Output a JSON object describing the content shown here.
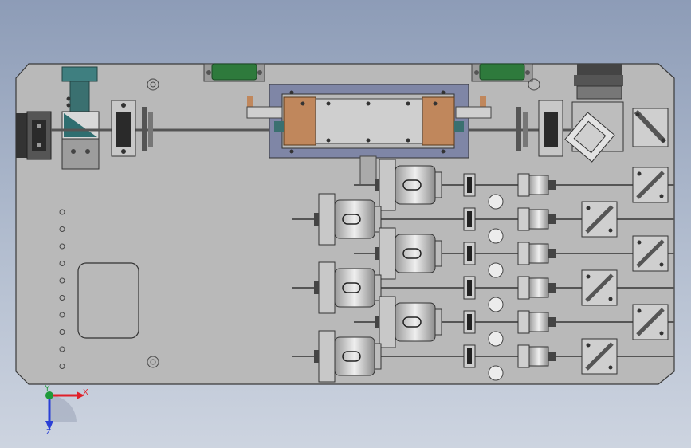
{
  "triad": {
    "x_label": "X",
    "y_label": "Y",
    "z_label": "Z"
  },
  "colors": {
    "plate": "#b9b9b9",
    "plate_edge": "#3a3a3a",
    "green_clamp": "#2e7a3c",
    "copper": "#c0875c",
    "frame": "#7f86a6",
    "x_axis": "#e0202a",
    "y_axis": "#1f9a3a",
    "z_axis": "#2a3fd6"
  },
  "rows": [
    {
      "y": 0
    },
    {
      "y": 1
    },
    {
      "y": 2
    },
    {
      "y": 3
    },
    {
      "y": 4
    },
    {
      "y": 5
    }
  ],
  "side_holes_count": 10
}
